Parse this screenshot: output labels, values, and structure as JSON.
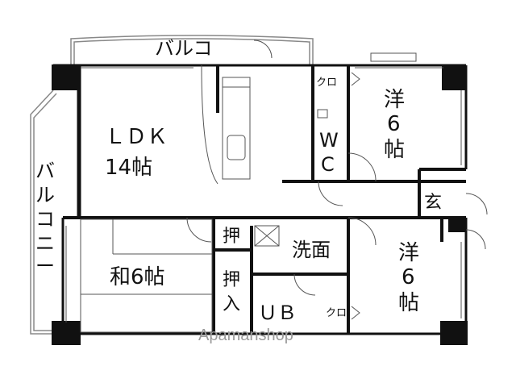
{
  "floorplan": {
    "rooms": {
      "ldk": {
        "name": "ＬＤＫ",
        "size": "14帖"
      },
      "west_bedroom": {
        "name": "洋",
        "size": "6帖"
      },
      "east_bedroom": {
        "name": "洋",
        "size": "6帖"
      },
      "washitsu": {
        "name": "和6帖"
      },
      "wc": {
        "line1": "W",
        "line2": "C"
      },
      "washroom": {
        "name": "洗面"
      },
      "unit_bath": {
        "name": "ＵＢ"
      },
      "entrance": {
        "name": "玄"
      }
    },
    "storage": {
      "closet_top": "クロ",
      "closet_bottom": "クロ",
      "oshi_small": "押",
      "oshiire": {
        "line1": "押",
        "line2": "入"
      }
    },
    "balconies": {
      "top": "バルコ",
      "side_line1": "バ",
      "side_line2": "ル",
      "side_line3": "コ",
      "side_line4": "ニ",
      "side_line5": "ー"
    },
    "watermark": "Apamanshop"
  }
}
